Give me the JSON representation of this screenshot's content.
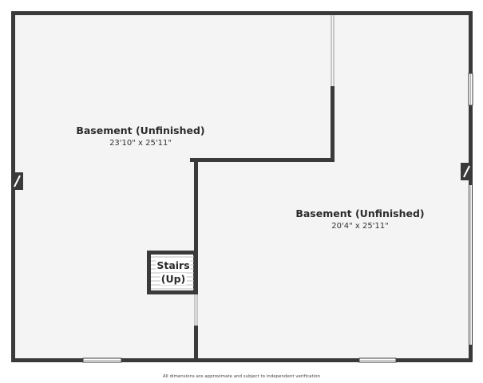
{
  "rooms": [
    {
      "name": "Basement (Unfinished)",
      "dimensions": "23'10\" x 25'11\""
    },
    {
      "name": "Basement (Unfinished)",
      "dimensions": "20'4\" x 25'11\""
    }
  ],
  "stairs": {
    "line1": "Stairs",
    "line2": "(Up)"
  },
  "footer": {
    "disclaimer": "All dimensions are approximate and subject to independent verification"
  },
  "colors": {
    "wall": "#3a3a3a",
    "floor": "#f4f4f4",
    "window": "#ffffff"
  }
}
